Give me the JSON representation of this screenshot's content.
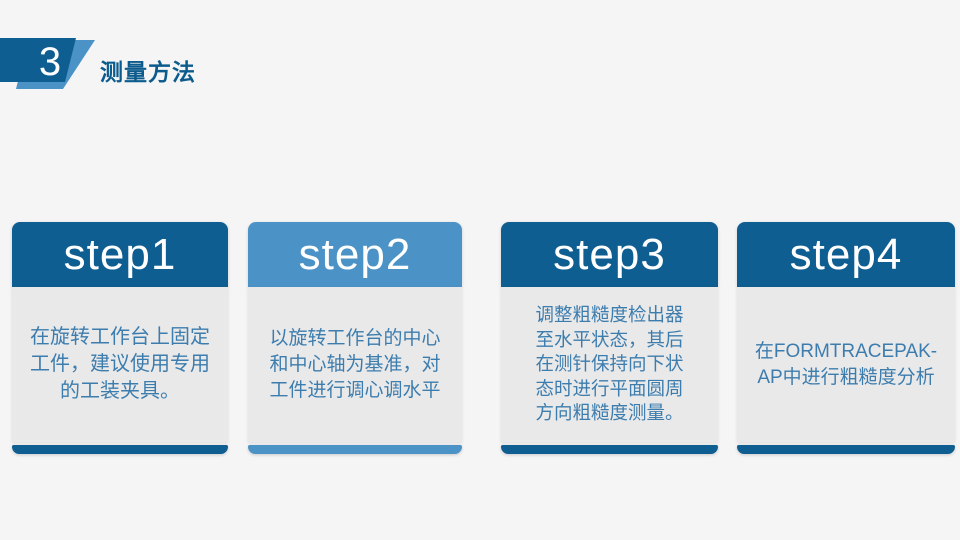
{
  "header": {
    "number": "3",
    "title": "测量方法"
  },
  "colors": {
    "primary_dark_blue": "#0f5e91",
    "accent_light_blue": "#4b93c7",
    "body_text_blue": "#3d7dae",
    "card_body_gray": "#e9e9ea",
    "page_background": "#f5f5f6",
    "title_blue": "#0c5b8d"
  },
  "steps": [
    {
      "label": "step1",
      "theme": "dark",
      "text": "在旋转工作台上固定\n工件，建议使用专用\n的工装夹具。"
    },
    {
      "label": "step2",
      "theme": "light",
      "text": "以旋转工作台的中心\n和中心轴为基准，对\n工件进行调心调水平"
    },
    {
      "label": "step3",
      "theme": "dark",
      "text": "调整粗糙度检出器\n至水平状态，其后\n在测针保持向下状\n态时进行平面圆周\n方向粗糙度测量。"
    },
    {
      "label": "step4",
      "theme": "dark",
      "text": "在FORMTRACEPAK-\nAP中进行粗糙度分析"
    }
  ]
}
